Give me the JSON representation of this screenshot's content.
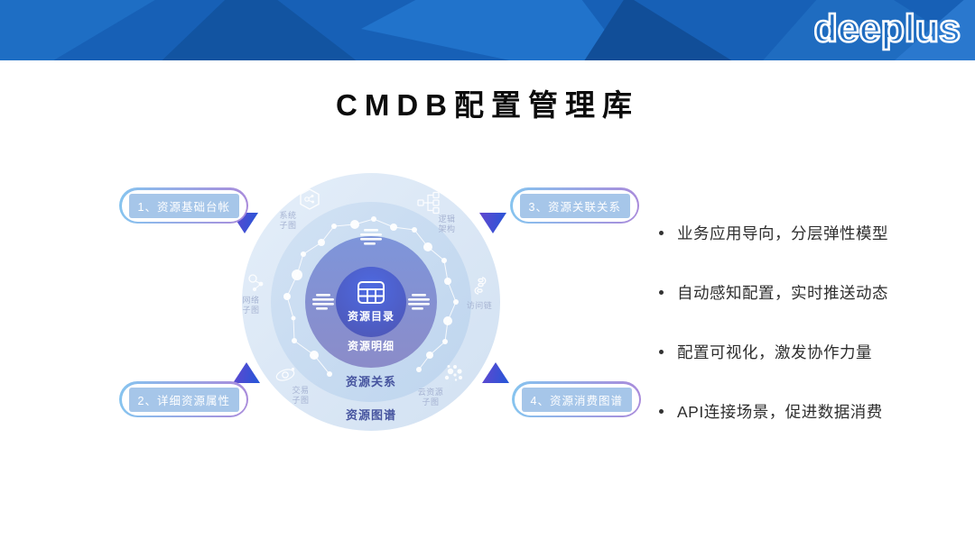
{
  "header": {
    "logo_text": "deeplus"
  },
  "title": "CMDB配置管理库",
  "callouts": {
    "c1": "1、资源基础台帐",
    "c2": "2、详细资源属性",
    "c3": "3、资源关联关系",
    "c4": "4、资源消费图谱"
  },
  "diagram": {
    "center_label": "资源目录",
    "ring_labels": {
      "r2": "资源明细",
      "r3": "资源关系",
      "r4": "资源图谱"
    },
    "satellites": {
      "system": "系统子图",
      "logic": "逻辑架构",
      "network": "网络子图",
      "access": "访问链",
      "trade": "交易子图",
      "cloud": "云资源子图"
    }
  },
  "bullets": [
    "业务应用导向，分层弹性模型",
    "自动感知配置，实时推送动态",
    "配置可视化，激发协作力量",
    "API连接场景，促进数据消费"
  ],
  "colors": {
    "header_bg": "#1760b6",
    "ring_purple": "#7e95da",
    "center_blue": "#4d6ae2",
    "light_ring": "#d9e5f4",
    "chip_blue": "#a6c6e9",
    "accent_gradient_start": "#86c4ef",
    "accent_gradient_end": "#a98bdb"
  }
}
